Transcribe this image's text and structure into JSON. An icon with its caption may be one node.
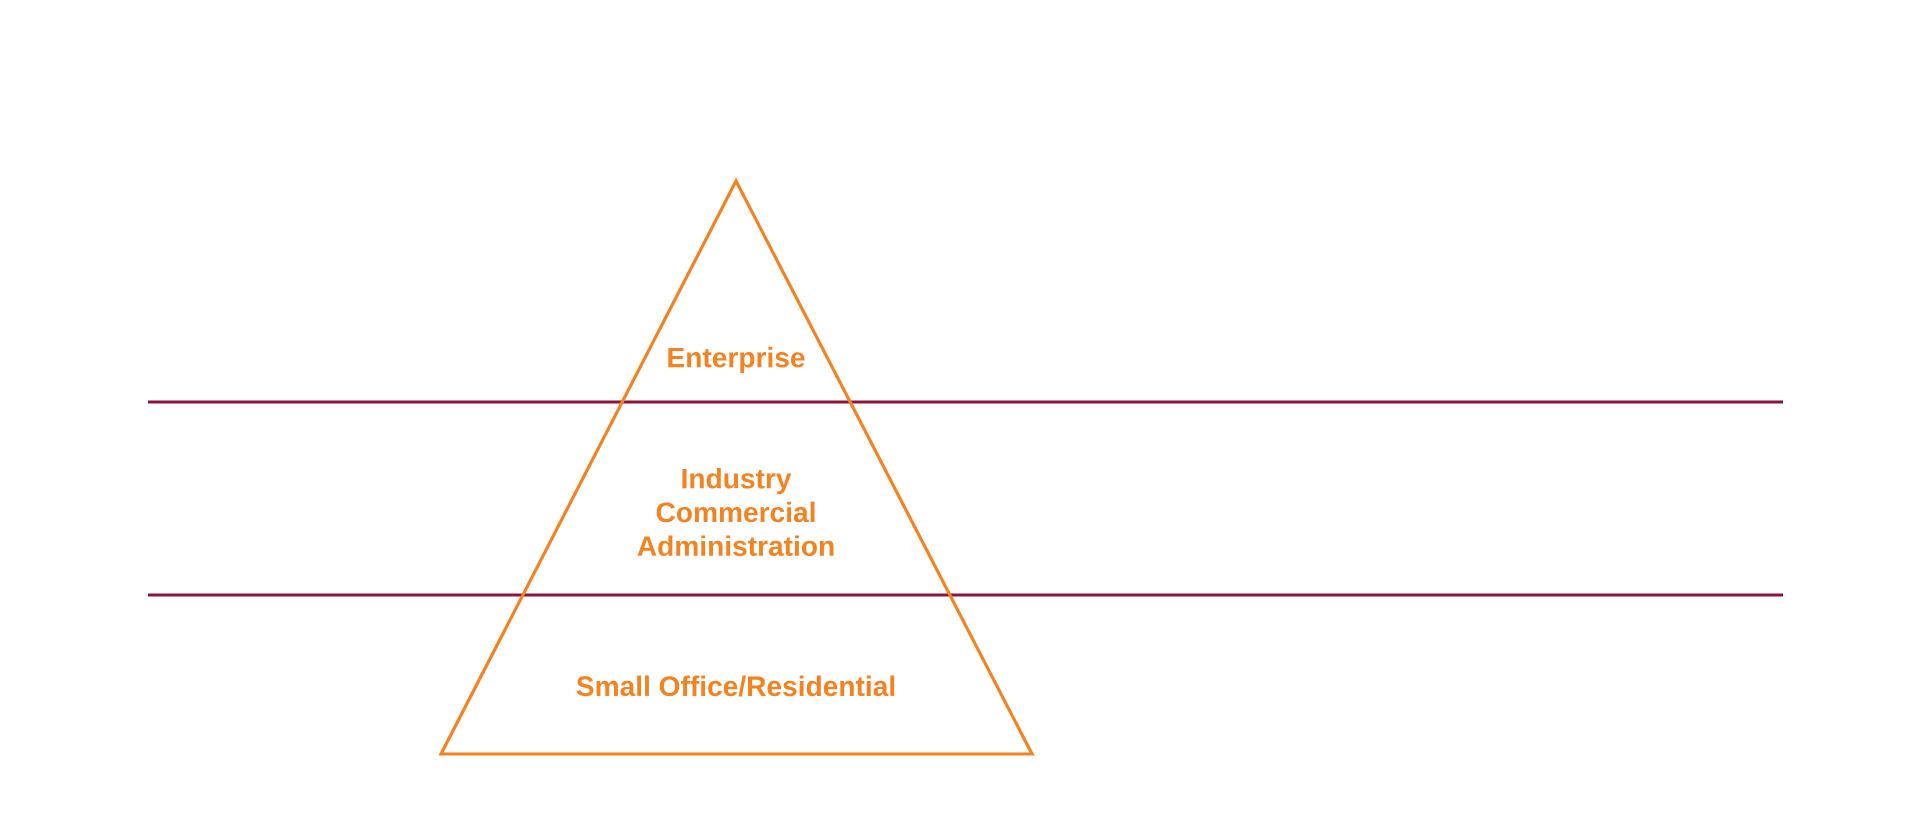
{
  "diagram": {
    "nodes": [
      {
        "text": [
          "Enterprise",
          "Industry Commercial Administration",
          "Small Office/Residential"
        ]
      }
    ]
  }
}
